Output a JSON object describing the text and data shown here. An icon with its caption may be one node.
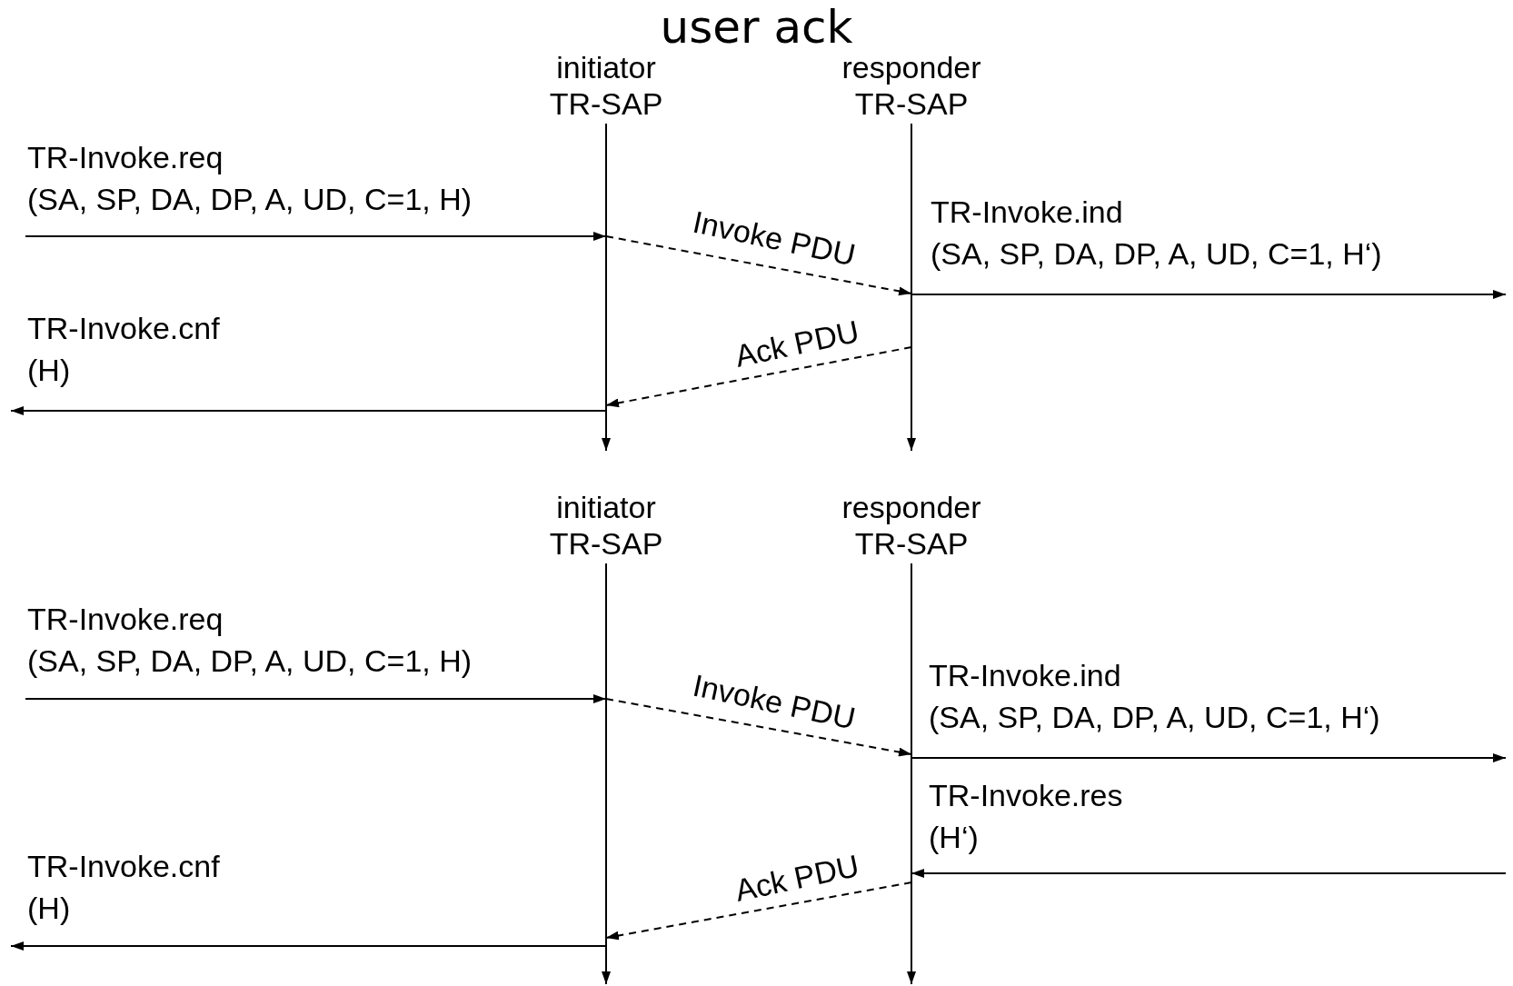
{
  "diagram": {
    "title": "user ack",
    "nodes": [
      {
        "text": [
          "initiator TR-SAP"
        ]
      },
      {
        "text": [
          "responder TR-SAP"
        ]
      },
      {
        "text": [
          "initiator TR-SAP"
        ]
      },
      {
        "text": [
          "responder TR-SAP"
        ]
      }
    ],
    "edges": [
      {
        "from": null,
        "to": 0,
        "arrow": "to",
        "label": "TR-Invoke.req (SA, SP, DA, DP, A, UD, C=1, H)"
      },
      {
        "from": 0,
        "to": 1,
        "arrow": "to",
        "label": "Invoke PDU",
        "style": "dashed"
      },
      {
        "from": 1,
        "to": null,
        "arrow": "to",
        "label": "TR-Invoke.ind (SA, SP, DA, DP, A, UD, C=1, H‘)"
      },
      {
        "from": 1,
        "to": 0,
        "arrow": "to",
        "label": "Ack PDU",
        "style": "dashed"
      },
      {
        "from": 0,
        "to": null,
        "arrow": "to",
        "label": "TR-Invoke.cnf (H)"
      },
      {
        "from": null,
        "to": 2,
        "arrow": "to",
        "label": "TR-Invoke.req (SA, SP, DA, DP, A, UD, C=1, H)"
      },
      {
        "from": 2,
        "to": 3,
        "arrow": "to",
        "label": "Invoke PDU",
        "style": "dashed"
      },
      {
        "from": 3,
        "to": null,
        "arrow": "to",
        "label": "TR-Invoke.ind (SA, SP, DA, DP, A, UD, C=1, H‘)"
      },
      {
        "from": null,
        "to": 3,
        "arrow": "to",
        "label": "TR-Invoke.res (H‘)"
      },
      {
        "from": 3,
        "to": 2,
        "arrow": "to",
        "label": "Ack PDU",
        "style": "dashed"
      },
      {
        "from": 2,
        "to": null,
        "arrow": "to",
        "label": "TR-Invoke.cnf (H)"
      }
    ]
  }
}
